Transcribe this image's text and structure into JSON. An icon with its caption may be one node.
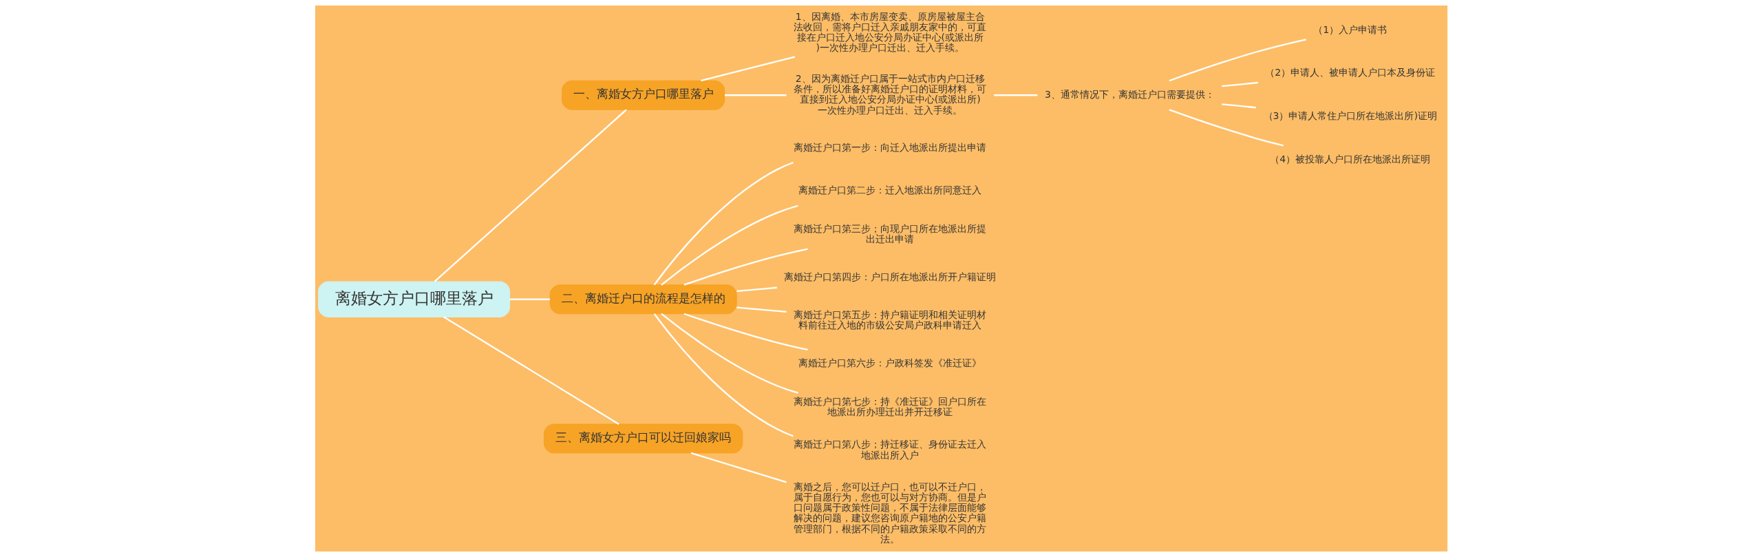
{
  "diagram": {
    "nodes": [
      {
        "text": [
          "离婚女方户口哪里落户"
        ]
      },
      {
        "text": [
          "一、离婚女方户口哪里落户"
        ]
      },
      {
        "text": [
          "1、因离婚、本市房屋变卖、原房屋被屋主合法收回，需将户口迁入亲戚朋友家中的，可直接在户口迁入地公安分局办证中心(或派出所)一次性办理户口迁出、迁入手续。"
        ]
      },
      {
        "text": [
          "2、因为离婚迁户口属于一站式市内户口迁移条件，所以准备好离婚迁户口的证明材料，可直接到迁入地公安分局办证中心(或派出所)一次性办理户口迁出、迁入手续。"
        ]
      },
      {
        "text": [
          "3、通常情况下，离婚迁户口需要提供："
        ]
      },
      {
        "text": [
          "（1）入户申请书"
        ]
      },
      {
        "text": [
          "（2）申请人、被申请人户口本及身份证"
        ]
      },
      {
        "text": [
          "（3）申请人常住户口所在地派出所)证明"
        ]
      },
      {
        "text": [
          "（4）被投靠人户口所在地派出所证明"
        ]
      },
      {
        "text": [
          "二、离婚迁户口的流程是怎样的"
        ]
      },
      {
        "text": [
          "离婚迁户口第一步：向迁入地派出所提出申请"
        ]
      },
      {
        "text": [
          "离婚迁户口第二步：迁入地派出所同意迁入"
        ]
      },
      {
        "text": [
          "离婚迁户口第三步；向现户口所在地派出所提出迁出申请"
        ]
      },
      {
        "text": [
          "离婚迁户口第四步：户口所在地派出所开户籍证明"
        ]
      },
      {
        "text": [
          "离婚迁户口第五步：持户籍证明和相关证明材料前往迁入地的市级公安局户政科申请迁入"
        ]
      },
      {
        "text": [
          "离婚迁户口第六步：户政科签发《准迁证》"
        ]
      },
      {
        "text": [
          "离婚迁户口第七步：持《准迁证》回户口所在地派出所办理迁出并开迁移证"
        ]
      },
      {
        "text": [
          "离婚迁户口第八步；持迁移证、身份证去迁入地派出所入户"
        ]
      },
      {
        "text": [
          "三、离婚女方户口可以迁回娘家吗"
        ]
      },
      {
        "text": [
          "离婚之后，您可以迁户口，也可以不迁户口，属于自愿行为，您也可以与对方协商。但是户口问题属于政策性问题，不属于法律层面能够解决的问题，建议您咨询原户籍地的公安户籍管理部门，根据不同的户籍政策采取不同的方法。"
        ]
      }
    ],
    "edges": [
      {
        "from": 0,
        "to": 1,
        "arrow": "none"
      },
      {
        "from": 1,
        "to": 2,
        "arrow": "none"
      },
      {
        "from": 1,
        "to": 3,
        "arrow": "none"
      },
      {
        "from": 3,
        "to": 4,
        "arrow": "none"
      },
      {
        "from": 4,
        "to": 5,
        "arrow": "none"
      },
      {
        "from": 4,
        "to": 6,
        "arrow": "none"
      },
      {
        "from": 4,
        "to": 7,
        "arrow": "none"
      },
      {
        "from": 4,
        "to": 8,
        "arrow": "none"
      },
      {
        "from": 0,
        "to": 9,
        "arrow": "none"
      },
      {
        "from": 9,
        "to": 10,
        "arrow": "none"
      },
      {
        "from": 9,
        "to": 11,
        "arrow": "none"
      },
      {
        "from": 9,
        "to": 12,
        "arrow": "none"
      },
      {
        "from": 9,
        "to": 13,
        "arrow": "none"
      },
      {
        "from": 9,
        "to": 14,
        "arrow": "none"
      },
      {
        "from": 9,
        "to": 15,
        "arrow": "none"
      },
      {
        "from": 9,
        "to": 16,
        "arrow": "none"
      },
      {
        "from": 9,
        "to": 17,
        "arrow": "none"
      },
      {
        "from": 0,
        "to": 18,
        "arrow": "none"
      },
      {
        "from": 18,
        "to": 19,
        "arrow": "none"
      }
    ]
  }
}
